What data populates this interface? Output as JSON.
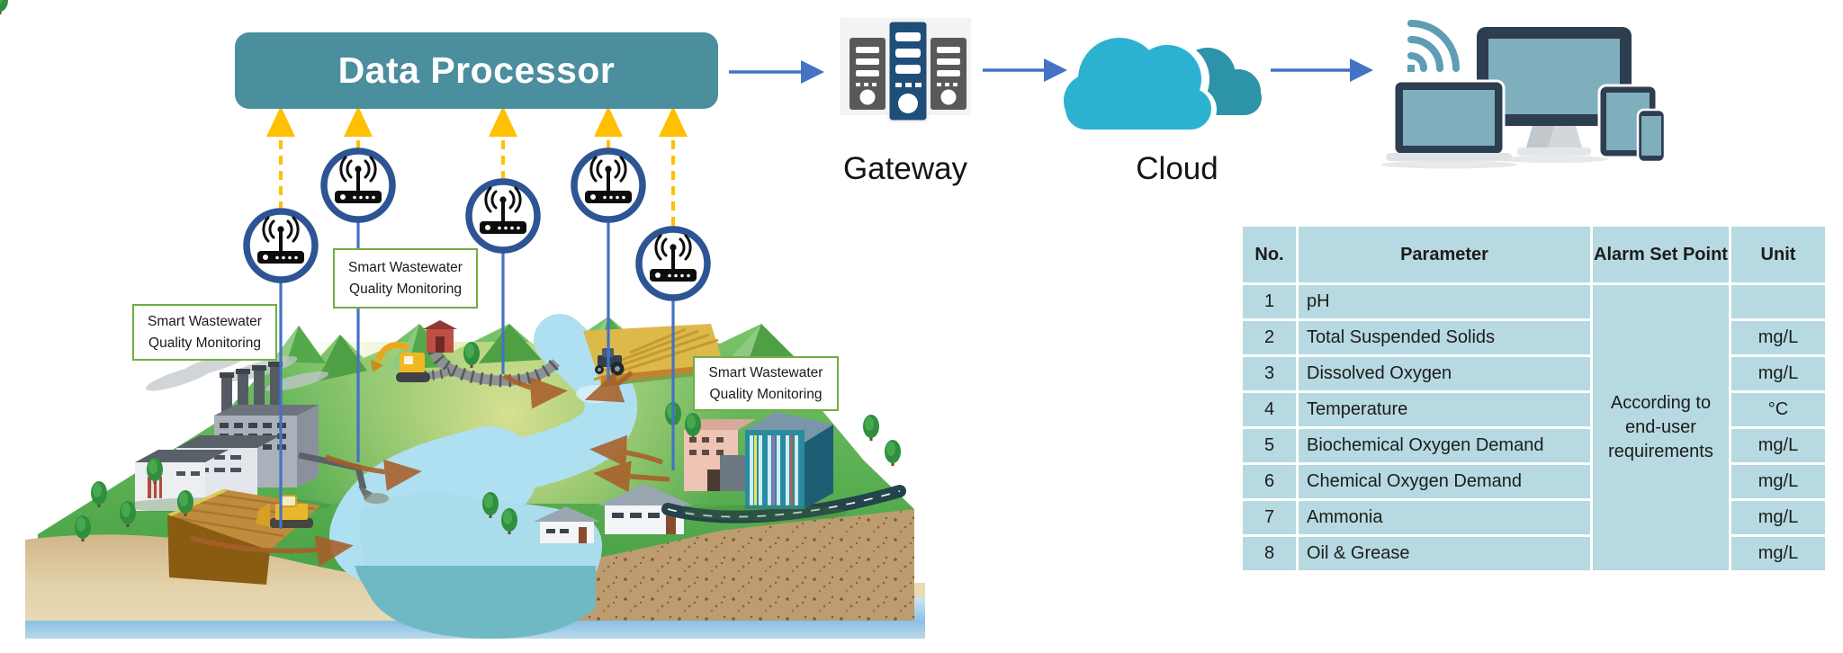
{
  "diagram": {
    "title_hint": "Smart wastewater quality monitoring IoT architecture",
    "data_processor_label": "Data Processor",
    "gateway_label": "Gateway",
    "cloud_label": "Cloud",
    "sensor_label_line1": "Smart Wastewater",
    "sensor_label_line2": "Quality Monitoring",
    "sensor_node_count": 5,
    "flow": [
      "Sensors",
      "Data Processor",
      "Gateway",
      "Cloud",
      "User devices"
    ]
  },
  "icons": {
    "sensor": "router-icon",
    "uplink": "up-arrow-icon",
    "flow": "right-arrow-icon",
    "gateway": "server-rack-icon",
    "cloud": "cloud-icon",
    "devices": [
      "wifi-icon",
      "laptop-icon",
      "monitor-icon",
      "tablet-icon",
      "smartphone-icon"
    ]
  },
  "table": {
    "headers": [
      "No.",
      "Parameter",
      "Alarm Set Point",
      "Unit"
    ],
    "alarm_set_point": "According to end-user requirements",
    "rows": [
      {
        "no": "1",
        "parameter": "pH",
        "unit": ""
      },
      {
        "no": "2",
        "parameter": "Total Suspended Solids",
        "unit": "mg/L"
      },
      {
        "no": "3",
        "parameter": "Dissolved Oxygen",
        "unit": "mg/L"
      },
      {
        "no": "4",
        "parameter": "Temperature",
        "unit": "°C"
      },
      {
        "no": "5",
        "parameter": "Biochemical Oxygen Demand",
        "unit": "mg/L"
      },
      {
        "no": "6",
        "parameter": "Chemical Oxygen Demand",
        "unit": "mg/L"
      },
      {
        "no": "7",
        "parameter": "Ammonia",
        "unit": "mg/L"
      },
      {
        "no": "8",
        "parameter": "Oil & Grease",
        "unit": "mg/L"
      }
    ]
  },
  "colors": {
    "processor_box": "#4B8E9E",
    "flow_arrow": "#4472C4",
    "uplink_arrow": "#FFC000",
    "sensor_ring": "#2D5594",
    "probe_line": "#4472C4",
    "label_border": "#6FAE44",
    "table_bg": "#B7D9E1",
    "gateway_center": "#1F4E79",
    "gateway_side": "#595959",
    "cloud_front": "#2CB1D1",
    "cloud_back": "#2C93A8",
    "device_frame": "#2D3E50",
    "device_screen": "#7FAEBD"
  }
}
